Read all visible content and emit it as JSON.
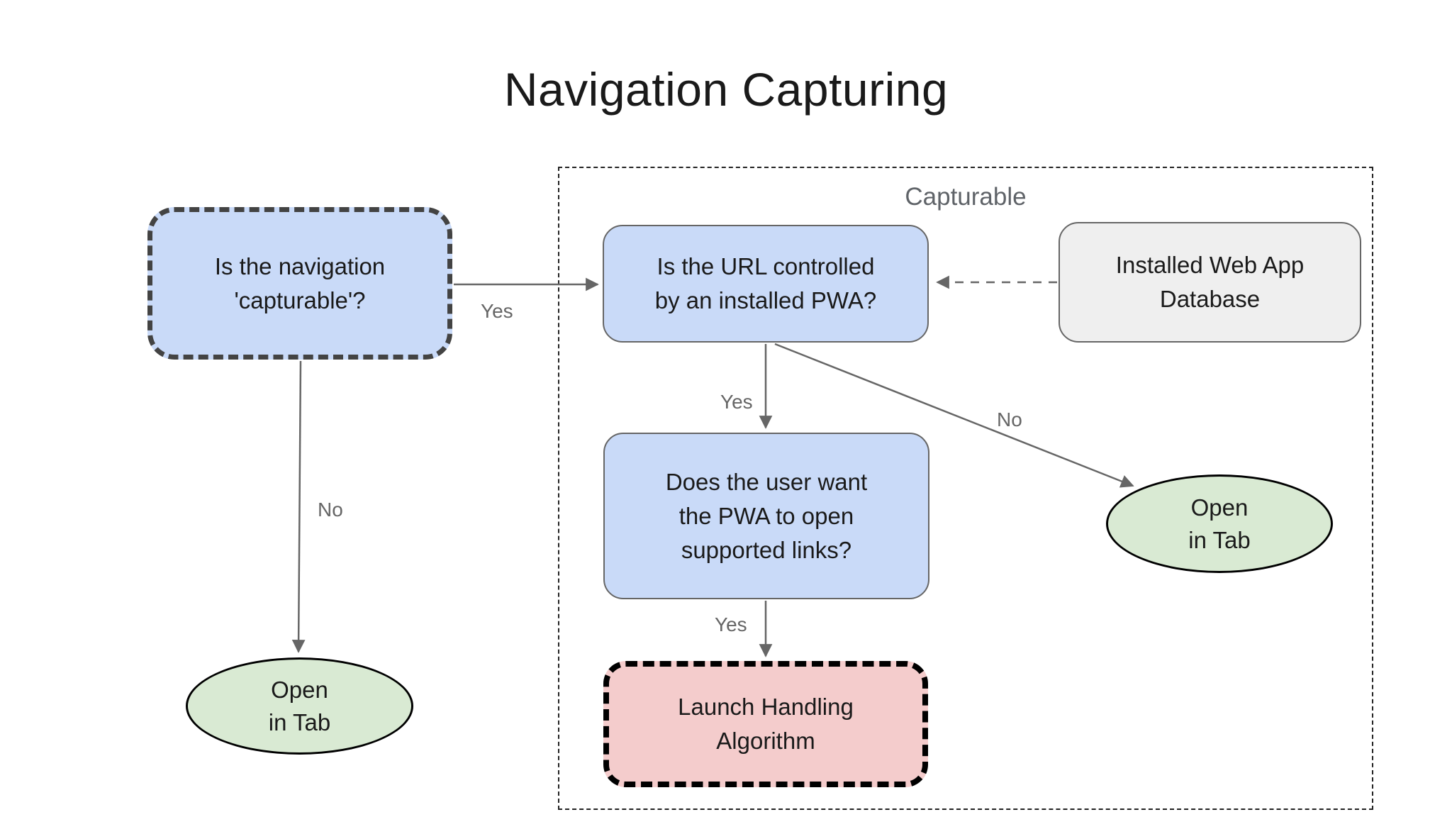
{
  "title": "Navigation Capturing",
  "group": {
    "label": "Capturable"
  },
  "nodes": {
    "nav_capturable": {
      "text": "Is the navigation\n'capturable'?"
    },
    "url_controlled": {
      "text": "Is the URL controlled\nby an installed PWA?"
    },
    "web_app_db": {
      "text": "Installed Web App\nDatabase"
    },
    "user_want": {
      "text": "Does the user want\nthe PWA to open\nsupported links?"
    },
    "launch_handling": {
      "text": "Launch Handling\nAlgorithm"
    },
    "open_in_tab_left": {
      "text": "Open\nin Tab"
    },
    "open_in_tab_right": {
      "text": "Open\nin Tab"
    }
  },
  "edge_labels": {
    "capturable_yes": "Yes",
    "capturable_no": "No",
    "url_yes": "Yes",
    "url_no": "No",
    "want_yes": "Yes"
  },
  "colors": {
    "node_blue": "#c9daf8",
    "node_green": "#d9ead3",
    "node_pink": "#f4cccc",
    "node_gray": "#efefef",
    "border_gray": "#666666",
    "border_dark": "#434343",
    "border_black": "#000000",
    "arrow_gray": "#666666",
    "label_gray": "#666666",
    "group_label_gray": "#5f6368",
    "text_black": "#1a1a1a"
  }
}
